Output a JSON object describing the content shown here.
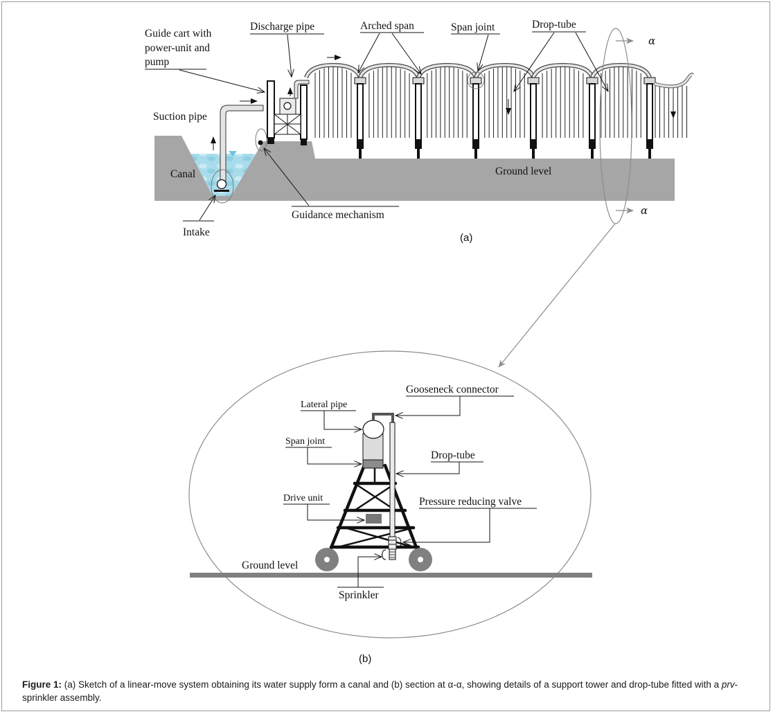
{
  "labels": {
    "guide_cart_1": "Guide cart with",
    "guide_cart_2": "power-unit and",
    "guide_cart_3": "pump",
    "discharge_pipe": "Discharge pipe",
    "arched_span": "Arched span",
    "span_joint": "Span joint",
    "drop_tube": "Drop-tube",
    "suction_pipe": "Suction pipe",
    "canal": "Canal",
    "ground_level": "Ground level",
    "intake": "Intake",
    "guidance_mechanism": "Guidance mechanism",
    "alpha_top": "α",
    "alpha_bottom": "α",
    "panel_a": "(a)"
  },
  "detail_labels": {
    "gooseneck_connector": "Gooseneck connector",
    "lateral_pipe": "Lateral pipe",
    "span_joint": "Span joint",
    "drop_tube": "Drop-tube",
    "drive_unit": "Drive unit",
    "pressure_reducing_valve": "Pressure reducing valve",
    "ground_level": "Ground level",
    "sprinkler": "Sprinkler",
    "panel_b": "(b)"
  },
  "caption": {
    "label": "Figure 1:",
    "text_1": " (a) Sketch of a linear-move system obtaining its water supply form a canal and (b) section at α-α, showing details of a support tower and drop-tube fitted with a ",
    "italic": "prv",
    "text_2": "-sprinkler assembly."
  },
  "colors": {
    "ground": "#a6a6a6",
    "water": "#a9dcea",
    "line": "#111111",
    "leader_grey": "#8c8c8c"
  }
}
